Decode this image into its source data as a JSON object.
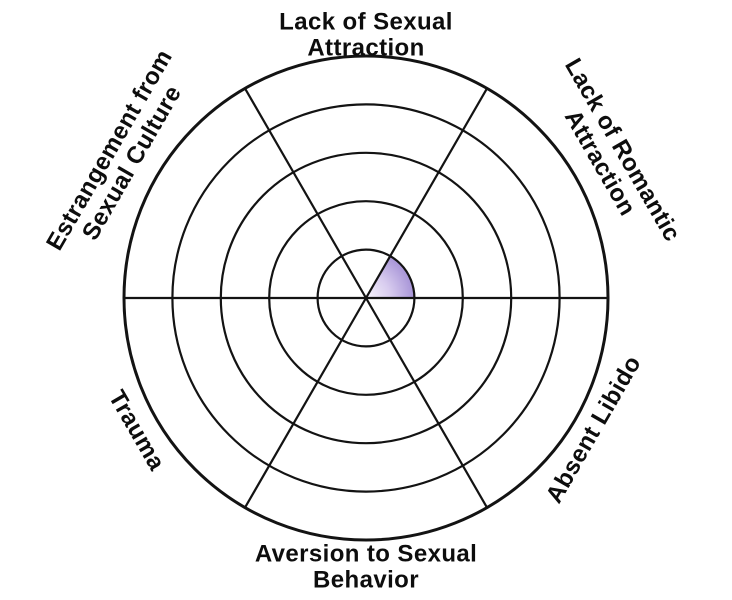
{
  "figure": {
    "background": "#ffffff"
  },
  "chart_data": {
    "type": "radar",
    "title": "",
    "categories": [
      "Lack of Sexual Attraction",
      "Lack of Romantic Attraction",
      "Absent Libido",
      "Aversion to Sexual Behavior",
      "Trauma",
      "Estrangement from Sexual Culture"
    ],
    "label_lines": [
      [
        "Lack of Sexual",
        "Attraction"
      ],
      [
        "Lack of Romantic",
        "Attraction"
      ],
      [
        "Absent Libido"
      ],
      [
        "Aversion to Sexual",
        "Behavior"
      ],
      [
        "Trauma"
      ],
      [
        "Estrangement from",
        "Sexual Culture"
      ]
    ],
    "values": [
      0,
      1,
      0,
      0,
      0,
      0
    ],
    "scale": {
      "min": 0,
      "max": 5,
      "rings": 5
    },
    "start_angle_deg": 90,
    "direction": "clockwise",
    "grid": true,
    "legend": "none",
    "stroke_color": "#131313",
    "text_color": "#0d0d0d",
    "wedge_gradient": [
      "#f7f4fc",
      "#d8ccef",
      "#a794d7"
    ]
  }
}
